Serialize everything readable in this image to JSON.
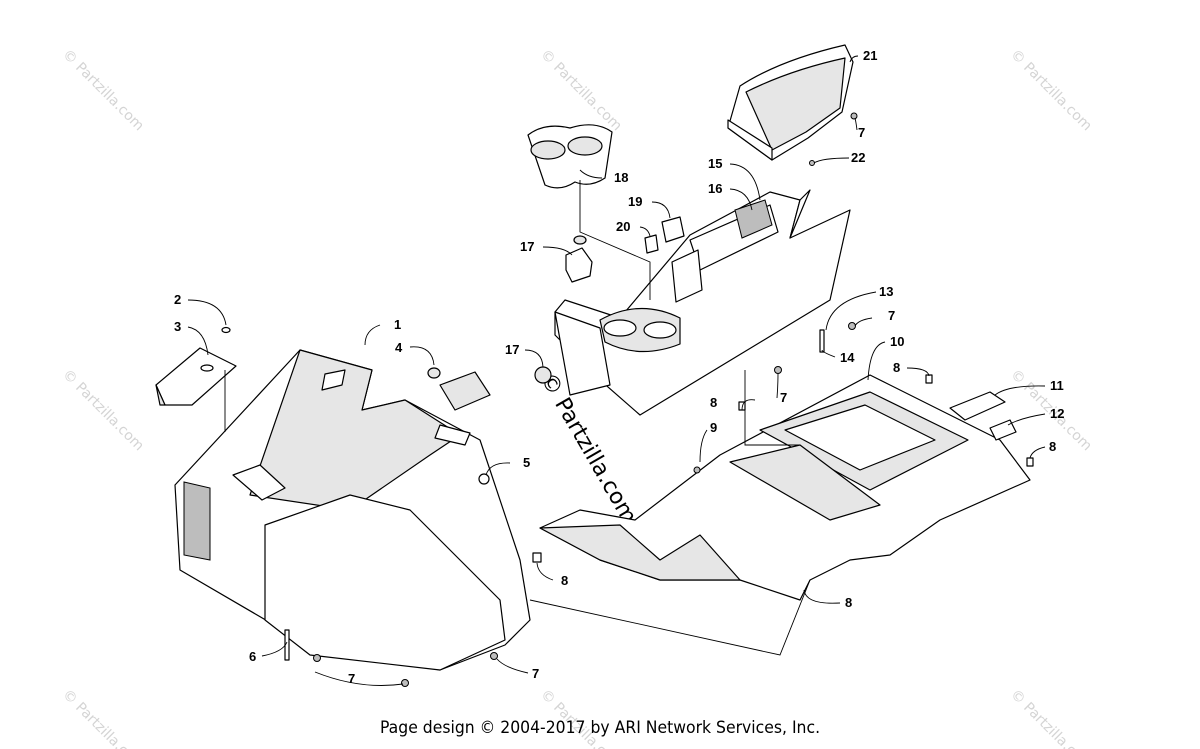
{
  "watermark": "© Partzilla.com",
  "footer": "Page design © 2004-2017 by ARI Network Services, Inc.",
  "callouts": [
    "1",
    "2",
    "3",
    "4",
    "5",
    "6",
    "7",
    "7",
    "7",
    "7",
    "7",
    "7",
    "8",
    "8",
    "8",
    "8",
    "8",
    "8",
    "9",
    "10",
    "11",
    "12",
    "13",
    "14",
    "15",
    "16",
    "17",
    "17",
    "18",
    "19",
    "20",
    "21",
    "22"
  ]
}
